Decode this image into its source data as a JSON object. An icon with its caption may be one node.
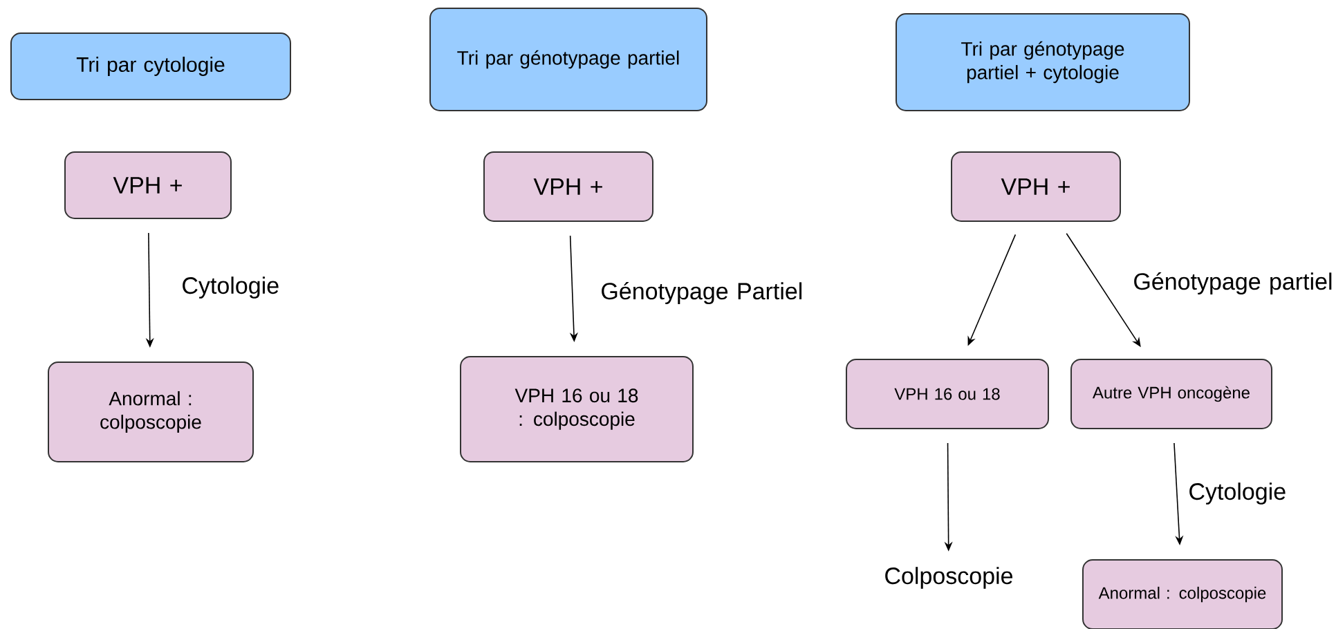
{
  "diagram": {
    "nodes": [
      {
        "text": [
          "Tri par cytologie"
        ]
      },
      {
        "text": [
          "VPH +"
        ]
      },
      {
        "text": [
          "Anormal : colposcopie"
        ]
      },
      {
        "text": [
          "Tri par génotypage partiel"
        ]
      },
      {
        "text": [
          "VPH +"
        ]
      },
      {
        "text": [
          "VPH 16 ou 18 : colposcopie"
        ]
      },
      {
        "text": [
          "Tri par génotypage partiel + cytologie"
        ]
      },
      {
        "text": [
          "VPH +"
        ]
      },
      {
        "text": [
          "VPH 16 ou 18"
        ]
      },
      {
        "text": [
          "Autre VPH oncogène"
        ]
      },
      {
        "text": [
          "Colposcopie"
        ]
      },
      {
        "text": [
          "Anormal : colposcopie"
        ]
      }
    ],
    "edges": [
      {
        "from": 1,
        "to": 2,
        "arrow": "to",
        "label": "Cytologie"
      },
      {
        "from": 4,
        "to": 5,
        "arrow": "to",
        "label": "Génotypage Partiel"
      },
      {
        "from": 7,
        "to": 8,
        "arrow": "to"
      },
      {
        "from": 7,
        "to": 9,
        "arrow": "to",
        "label": "Génotypage partiel"
      },
      {
        "from": 8,
        "to": 10,
        "arrow": "to"
      },
      {
        "from": 9,
        "to": 11,
        "arrow": "to",
        "label": "Cytologie"
      }
    ]
  }
}
